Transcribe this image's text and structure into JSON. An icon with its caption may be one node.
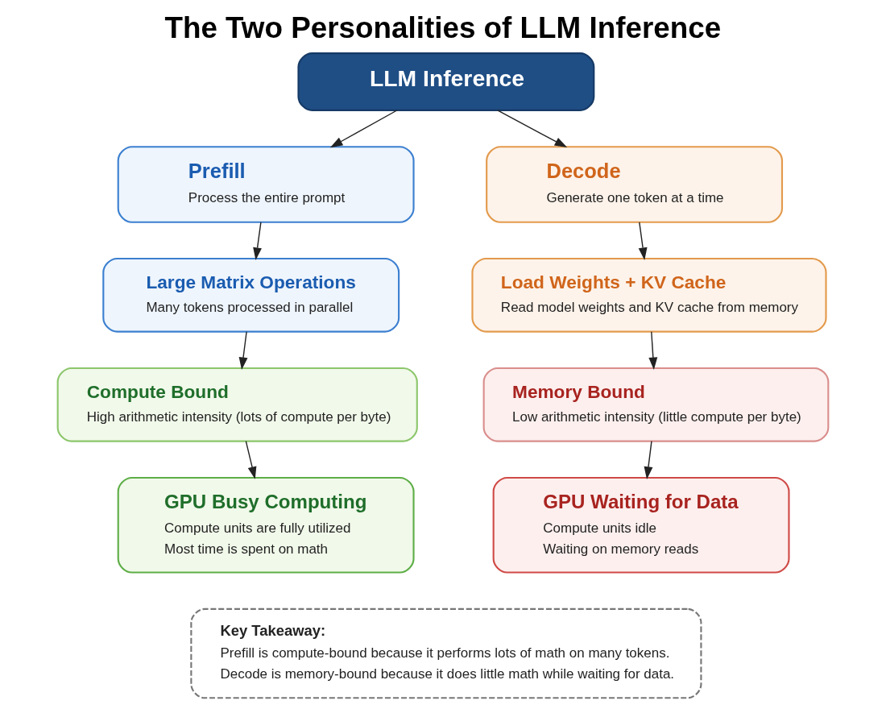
{
  "diagram": {
    "title": "The Two Personalities of LLM Inference",
    "nodes": [
      {
        "text": [
          "LLM Inference"
        ]
      },
      {
        "text": [
          "Prefill",
          "Process the entire prompt"
        ]
      },
      {
        "text": [
          "Decode",
          "Generate one token at a time"
        ]
      },
      {
        "text": [
          "Large Matrix Operations",
          "Many tokens processed in parallel"
        ]
      },
      {
        "text": [
          "Load Weights + KV Cache",
          "Read model weights and KV cache from memory"
        ]
      },
      {
        "text": [
          "Compute Bound",
          "High arithmetic intensity (lots of compute per byte)"
        ]
      },
      {
        "text": [
          "Memory Bound",
          "Low arithmetic intensity (little compute per byte)"
        ]
      },
      {
        "text": [
          "GPU Busy Computing",
          "Compute units are fully utilized",
          "Most time is spent on math"
        ]
      },
      {
        "text": [
          "GPU Waiting for Data",
          "Compute units idle",
          "Waiting on memory reads"
        ]
      },
      {
        "text": [
          "Key Takeaway:",
          "Prefill is compute-bound because it performs lots of math on many tokens.",
          "Decode is memory-bound because it does little math while waiting for data."
        ]
      }
    ],
    "edges": [
      {
        "from": 0,
        "to": 1,
        "arrow": "to"
      },
      {
        "from": 0,
        "to": 2,
        "arrow": "to"
      },
      {
        "from": 1,
        "to": 3,
        "arrow": "to"
      },
      {
        "from": 3,
        "to": 5,
        "arrow": "to"
      },
      {
        "from": 5,
        "to": 7,
        "arrow": "to"
      },
      {
        "from": 2,
        "to": 4,
        "arrow": "to"
      },
      {
        "from": 4,
        "to": 6,
        "arrow": "to"
      },
      {
        "from": 6,
        "to": 8,
        "arrow": "to"
      }
    ]
  }
}
